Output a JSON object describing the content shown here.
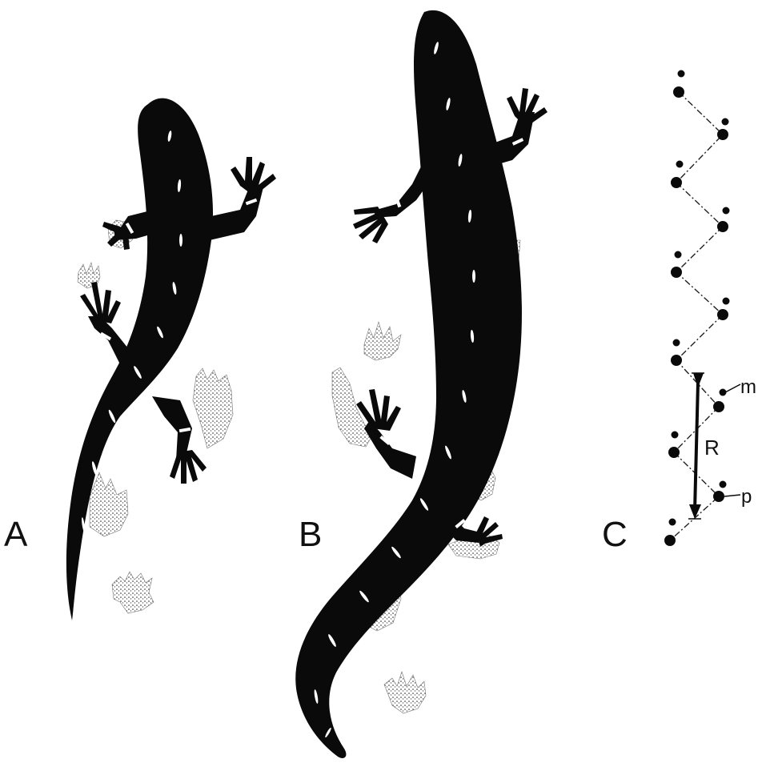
{
  "panels": [
    {
      "id": "A",
      "label": "A"
    },
    {
      "id": "B",
      "label": "B"
    },
    {
      "id": "C",
      "label": "C"
    }
  ],
  "track_diagram": {
    "stride_label": "R",
    "manus_label": "m",
    "pes_label": "p"
  },
  "colors": {
    "ink": "#0a0a0a",
    "highlight": "#ffffff",
    "stipple": "#6a6a6a",
    "background": "#ffffff"
  }
}
